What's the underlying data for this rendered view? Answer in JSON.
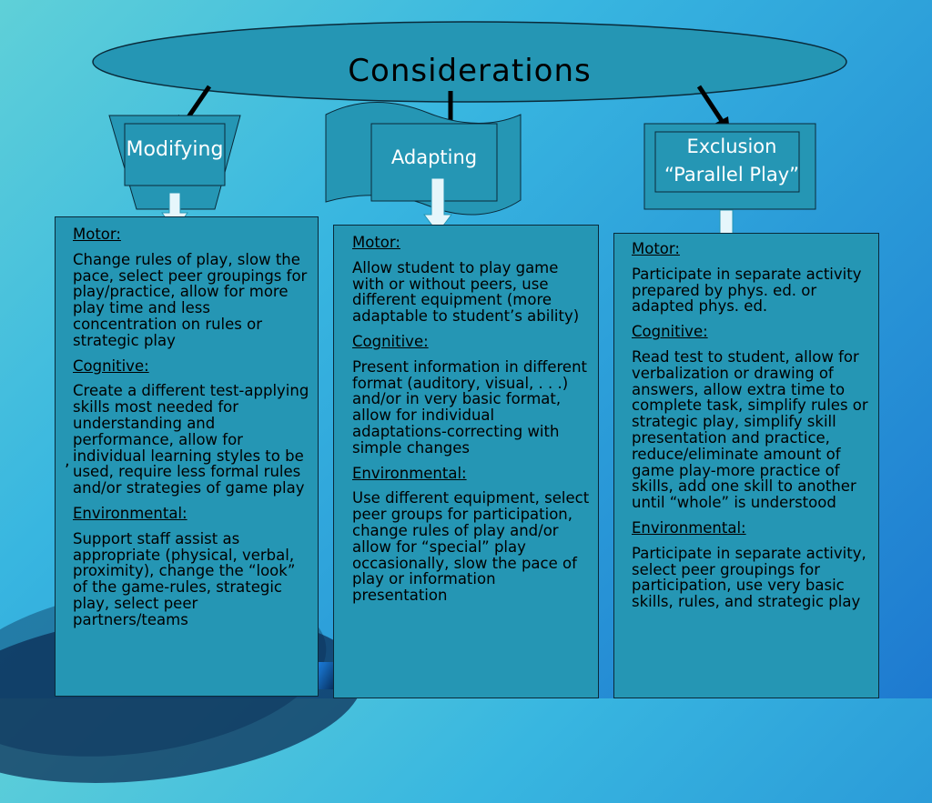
{
  "title": "Considerations",
  "columns": [
    {
      "label": "Modifying",
      "sections": [
        {
          "heading": "Motor:",
          "text": "Change rules of play, slow the pace, select peer groupings for play/practice, allow for more play time and less concentration on rules or strategic play"
        },
        {
          "heading": "Cognitive:",
          "text": "Create a different test-applying skills most needed for understanding and performance, allow for individual learning styles to be used, require less formal rules and/or strategies of game play"
        },
        {
          "heading": "Environmental:",
          "text": "Support staff assist as appropriate (physical, verbal, proximity), change the “look” of the game-rules, strategic play, select peer partners/teams"
        }
      ]
    },
    {
      "label": "Adapting",
      "sections": [
        {
          "heading": "Motor:",
          "text": "Allow student to play game with or without peers, use different equipment (more adaptable to student’s ability)"
        },
        {
          "heading": "Cognitive:",
          "text": "Present information in different format (auditory, visual, . . .) and/or in very basic format, allow for individual adaptations-correcting with simple changes"
        },
        {
          "heading": "Environmental:",
          "text": "Use different equipment, select peer groups for participation, change rules of play and/or allow for “special” play occasionally, slow the pace of play or information presentation"
        }
      ]
    },
    {
      "label_line1": "Exclusion",
      "label_line2": "“Parallel Play”",
      "sections": [
        {
          "heading": "Motor:",
          "text": "Participate in separate activity prepared by phys. ed. or adapted phys. ed."
        },
        {
          "heading": "Cognitive:",
          "text": "Read test to student, allow for verbalization or drawing of answers, allow extra time to complete task, simplify rules or strategic play, simplify skill presentation and practice, reduce/eliminate amount of game play-more practice of skills, add one skill to another until “whole” is understood"
        },
        {
          "heading": "Environmental:",
          "text": "Participate in separate activity, select peer groupings for participation, use very basic skills, rules, and strategic play"
        }
      ]
    }
  ],
  "stray_mark": ",",
  "colors": {
    "shape_fill": "#2596b4",
    "outline": "#0a2a3a",
    "text": "#000000",
    "label_text": "#ffffff"
  }
}
